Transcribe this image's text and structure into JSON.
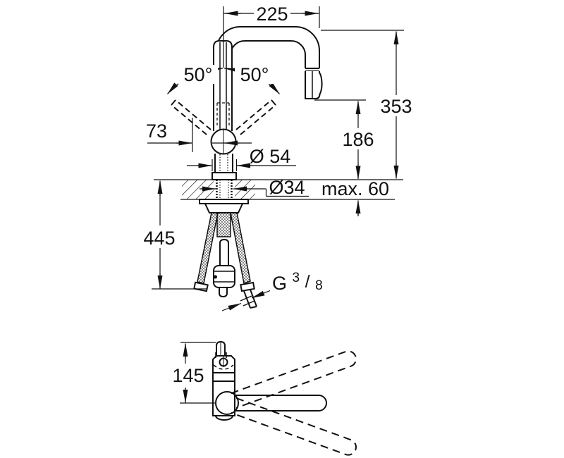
{
  "canvas": {
    "background": "#ffffff",
    "line_color": "#111111"
  },
  "dims": {
    "spout_reach": "225",
    "swivel_left": "50°",
    "swivel_right": "50°",
    "lever_offset": "73",
    "base_diameter": "Ø 54",
    "spout_height": "353",
    "outlet_height": "186",
    "hole_diameter": "Ø34",
    "deck_thickness_max": "max. 60",
    "hose_length": "445",
    "thread_g": "G",
    "thread_num": "3",
    "thread_slash": "/",
    "thread_den": "8",
    "plan_offset": "145"
  }
}
